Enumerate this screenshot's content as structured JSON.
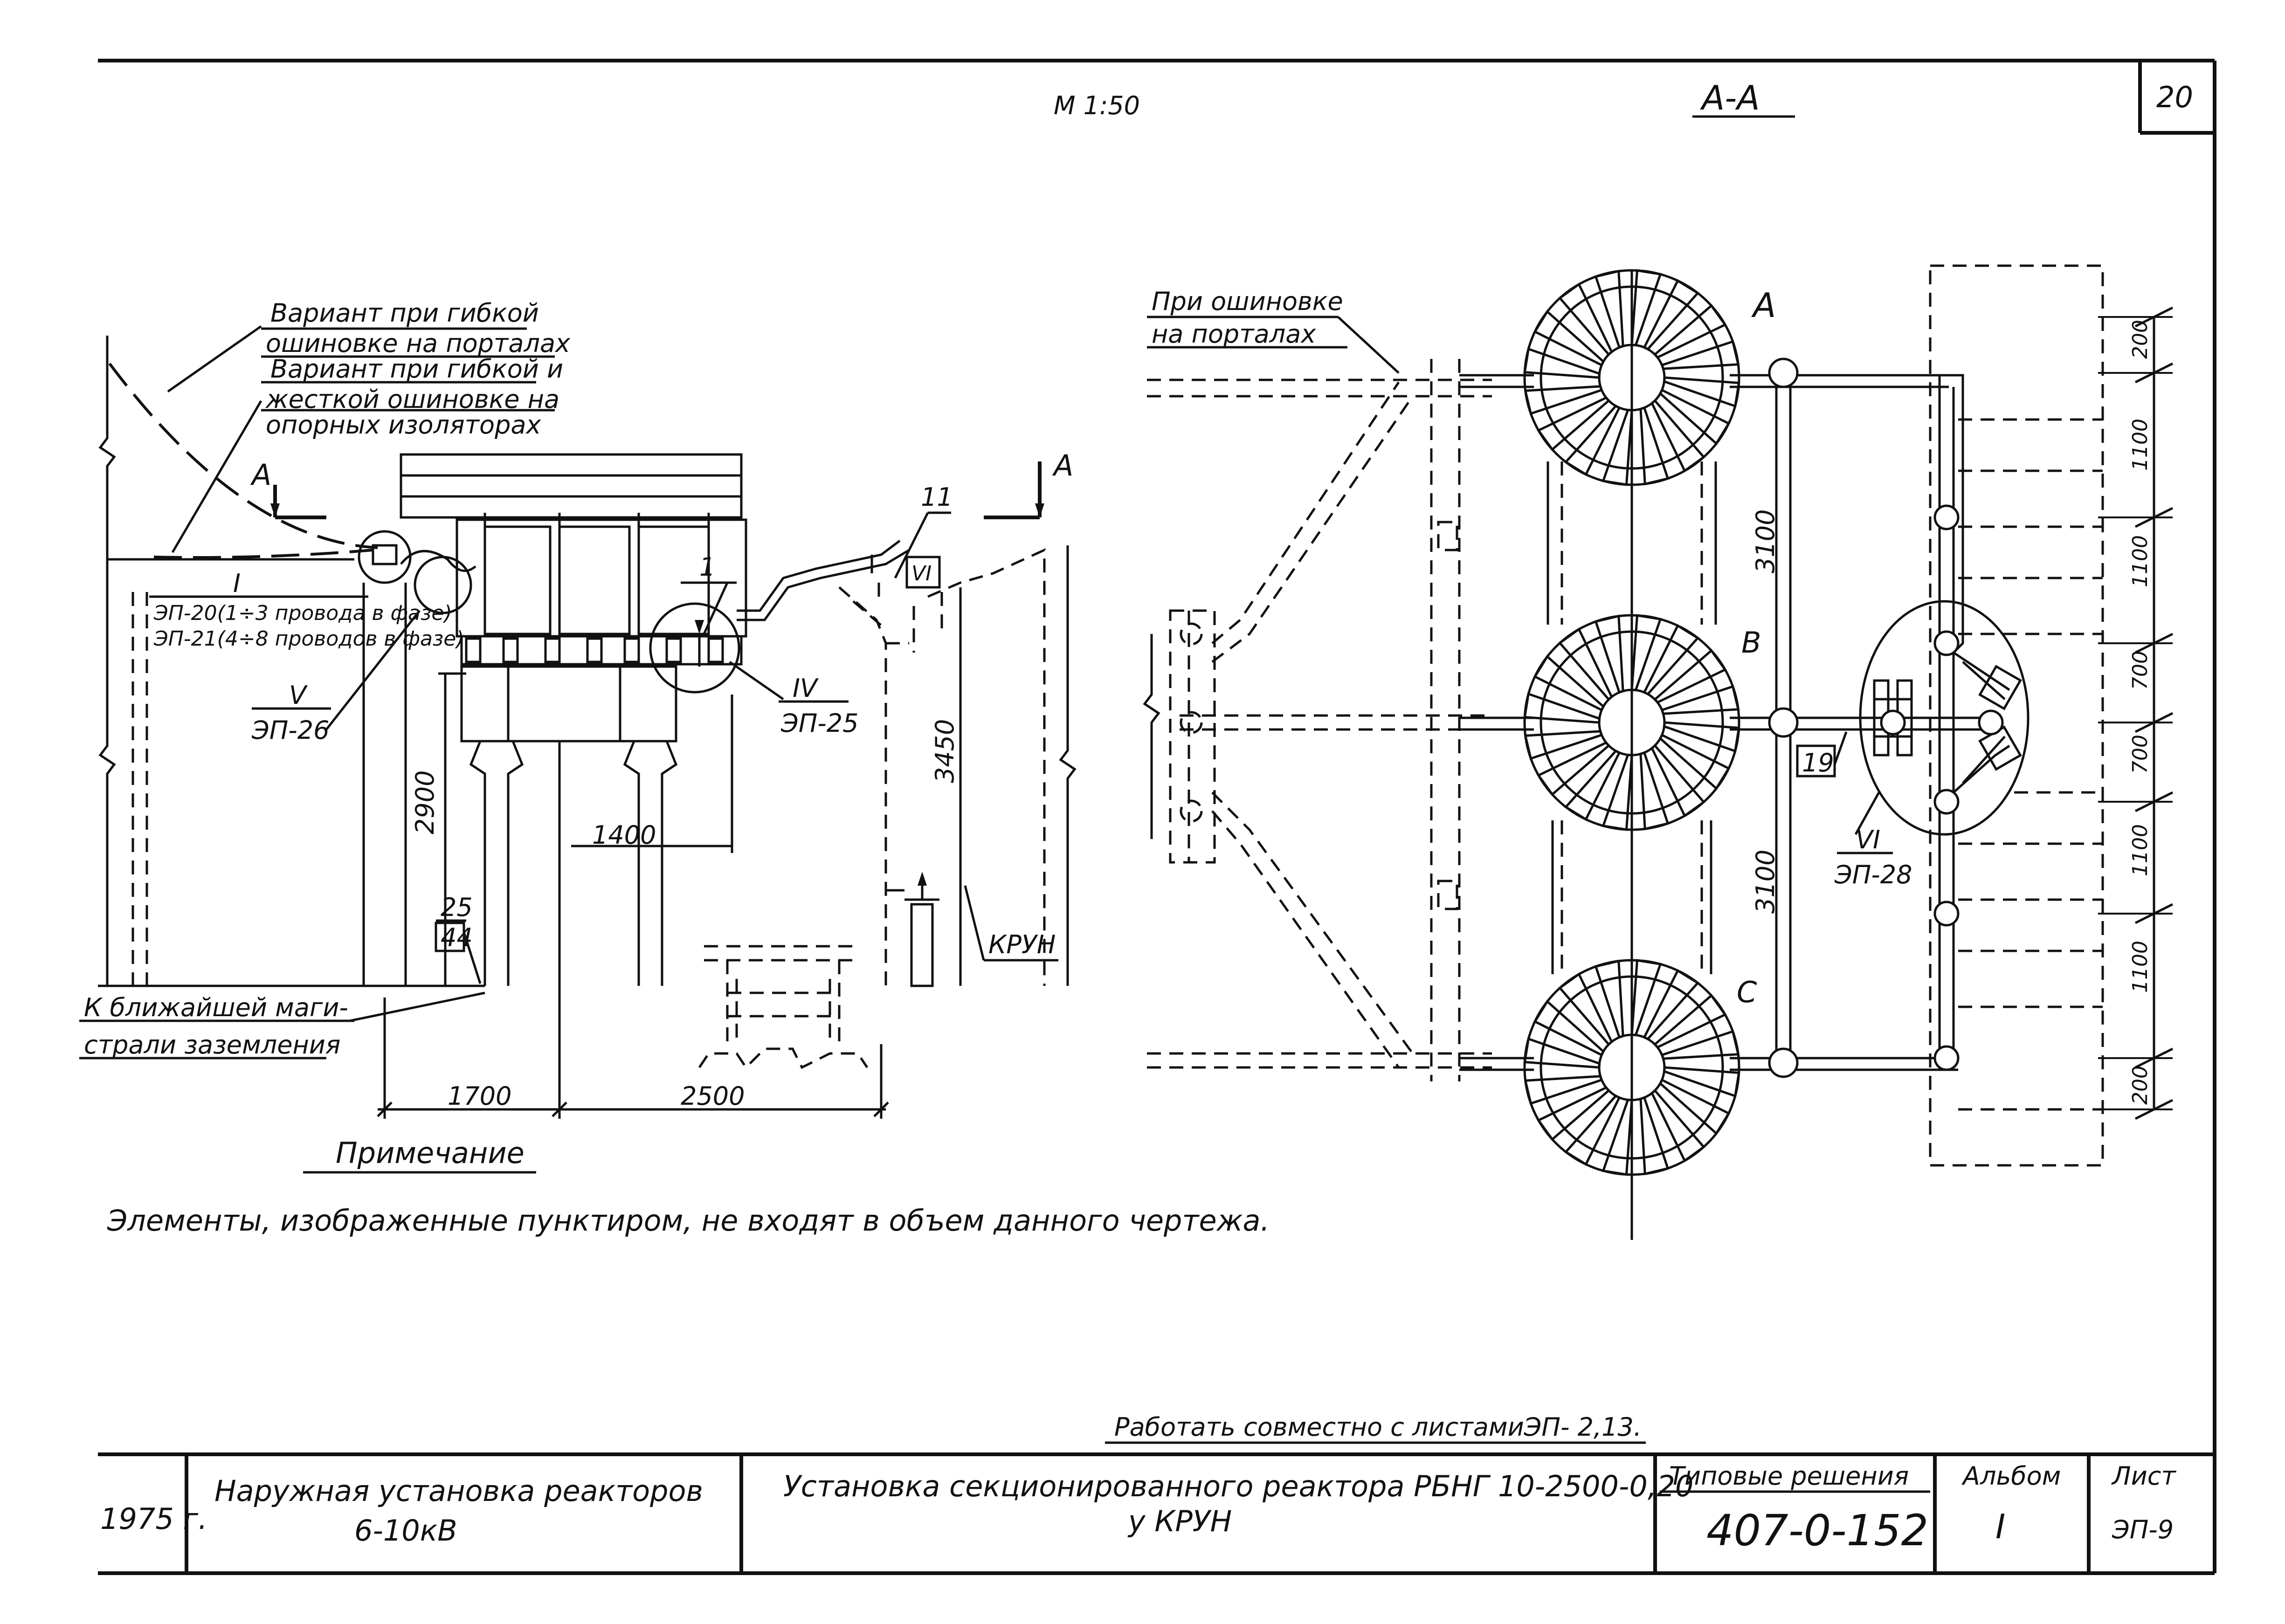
{
  "sheet": {
    "number": "20",
    "scale": "М 1:50",
    "section_label": "А-А"
  },
  "left_view": {
    "variant_flexible_portals": [
      "Вариант при гибкой",
      "ошиновке на порталах"
    ],
    "variant_flexible_rigid": [
      "Вариант при гибкой и",
      "жесткой ошиновке на",
      "опорных изоляторах"
    ],
    "section_mark_left": "А",
    "section_mark_right": "А",
    "node_i": "I",
    "node_i_refs": [
      "ЭП-20(1÷3 провода в фазе)",
      "ЭП-21(4÷8 проводов в фазе)"
    ],
    "node_v": "V",
    "node_v_ref": "ЭП-26",
    "node_iv": "IV",
    "node_iv_ref": "ЭП-25",
    "node_vi_small": "VI",
    "pos_1": "1",
    "pos_11": "11",
    "pos_25": "25",
    "pos_44": "44",
    "dim_2900": "2900",
    "dim_1400": "1400",
    "dim_3450": "3450",
    "dim_1700": "1700",
    "dim_2500": "2500",
    "krun_label": "КРУН",
    "ground_note": [
      "К ближайшей маги-",
      "страли заземления"
    ]
  },
  "right_view": {
    "portal_note": [
      "При ошиновке",
      "на порталах"
    ],
    "phase_a": "А",
    "phase_b": "В",
    "phase_c": "С",
    "dim_3100_top": "3100",
    "dim_3100_bottom": "3100",
    "pos_19": "19",
    "node_vi": "VI",
    "node_vi_ref": "ЭП-28",
    "side_dims": [
      "200",
      "1100",
      "1100",
      "700",
      "700",
      "1100",
      "1100",
      "200"
    ]
  },
  "note": {
    "heading": "Примечание",
    "text": "Элементы, изображенные пунктиром, не входят в объем данного чертежа."
  },
  "work_with": "Работать совместно с листамиЭП- 2,13.",
  "title_block": {
    "year": "1975 г.",
    "subject_line1": "Наружная установка реакторов",
    "subject_line2": "6-10кВ",
    "title_line1": "Установка секционированного реактора РБНГ 10-2500-0,20",
    "title_line2": "у КРУН",
    "typical_label": "Типовые решения",
    "typical_number": "407-0-152",
    "album_label": "Альбом",
    "album_value": "I",
    "sheet_label": "Лист",
    "sheet_value": "ЭП-9"
  }
}
